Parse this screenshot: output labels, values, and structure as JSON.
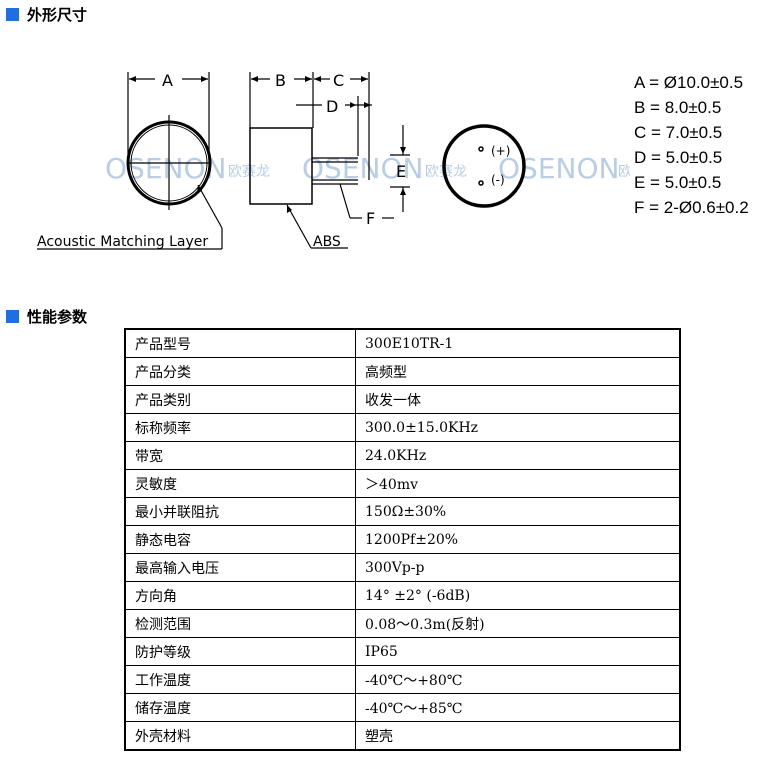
{
  "sections": {
    "dimensions_title": "外形尺寸",
    "specs_title": "性能参数"
  },
  "diagram": {
    "label_a": "A",
    "label_b": "B",
    "label_c": "C",
    "label_d": "D",
    "label_e": "E",
    "label_f": "F",
    "acoustic_layer": "Acoustic Matching Layer",
    "abs": "ABS",
    "pin_plus": "(+)",
    "pin_minus": "(-)",
    "watermark_1": "OSENON",
    "watermark_1_cn": "欧赛龙",
    "watermark_2": "OSENON",
    "watermark_2_cn": "欧赛龙",
    "watermark_3": "OSENON",
    "watermark_3_cn": "欧赛龙"
  },
  "dimensions": [
    "A = Ø10.0±0.5",
    "B = 8.0±0.5",
    "C = 7.0±0.5",
    "D = 5.0±0.5",
    "E = 5.0±0.5",
    "F = 2-Ø0.6±0.2"
  ],
  "specs": [
    {
      "key": "产品型号",
      "value": "300E10TR-1"
    },
    {
      "key": "产品分类",
      "value": "高频型"
    },
    {
      "key": "产品类别",
      "value": "收发一体"
    },
    {
      "key": "标称频率",
      "value": "300.0±15.0KHz"
    },
    {
      "key": "带宽",
      "value": "24.0KHz"
    },
    {
      "key": "灵敏度",
      "value": "＞40mv"
    },
    {
      "key": "最小并联阻抗",
      "value": "150Ω±30%"
    },
    {
      "key": "静态电容",
      "value": "1200Pf±20%"
    },
    {
      "key": "最高输入电压",
      "value": "300Vp-p"
    },
    {
      "key": "方向角",
      "value": "14° ±2° (-6dB)"
    },
    {
      "key": "检测范围",
      "value": "0.08～0.3m(反射)"
    },
    {
      "key": "防护等级",
      "value": "IP65"
    },
    {
      "key": "工作温度",
      "value": "-40℃～+80℃"
    },
    {
      "key": "储存温度",
      "value": "-40℃～+85℃"
    },
    {
      "key": "外壳材料",
      "value": "塑壳"
    }
  ],
  "colors": {
    "accent_square": "#1e6fe6",
    "watermark": "#b8cde8"
  }
}
